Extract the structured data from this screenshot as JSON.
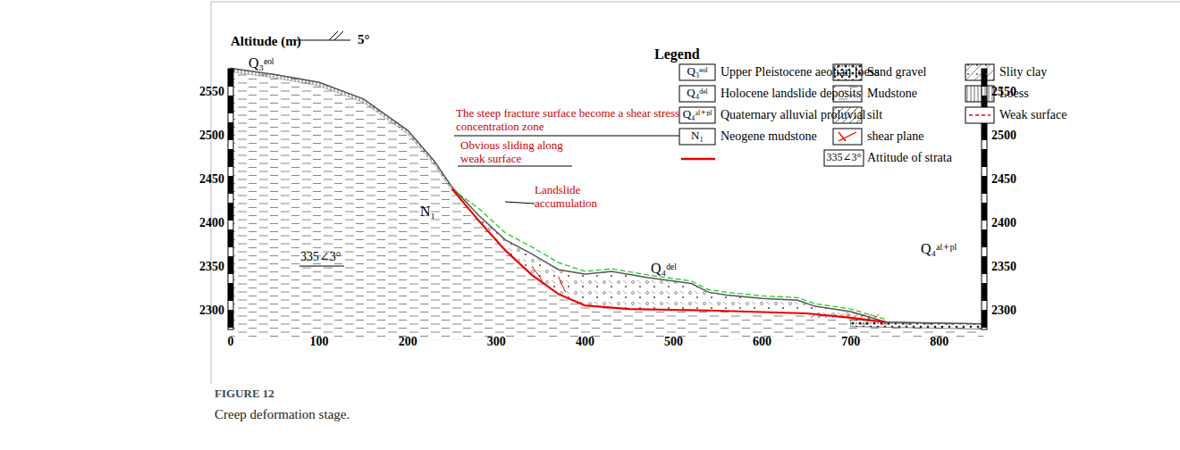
{
  "diagram": {
    "caption": "Creep deformation stage.",
    "labels": [
      "Altitude (m)",
      "5°",
      "Legend",
      "2550",
      "2500",
      "2450",
      "2400",
      "2350",
      "2300",
      "2550",
      "2500",
      "2450",
      "2400",
      "2350",
      "2300",
      "0",
      "100",
      "200",
      "300",
      "400",
      "500",
      "600",
      "700",
      "800",
      "Q₃ᵉᵒˡ",
      "Q₄ᵈᵉˡ",
      "Q₄ᵃˡ⁺ᵖˡ",
      "N₁",
      "335∠3°",
      "Q₃ᵉᵒˡ",
      "N₁",
      "335∠3°",
      "Q₄ᵈᵉˡ",
      "Q₄ᵃˡ⁺ᵖˡ",
      "The steep fracture surface become a shear stress concentration zone",
      "Obvious sliding along weak surface",
      "Landslide accumulation",
      "FIGURE 12"
    ],
    "legend": [
      {
        "text": "Upper Pleistocene aeolian loess"
      },
      {
        "text": "Holocene landslide deposits"
      },
      {
        "text": "Quaternary alluvial proluvial"
      },
      {
        "text": "Neogene mudstone"
      },
      {
        "text": "Sand gravel"
      },
      {
        "text": "Mudstone"
      },
      {
        "text": "silt"
      },
      {
        "text": "shear plane"
      },
      {
        "text": "Attitude of strata"
      },
      {
        "text": "Slity clay"
      },
      {
        "text": "Loess"
      },
      {
        "text": "Weak surface"
      }
    ]
  }
}
